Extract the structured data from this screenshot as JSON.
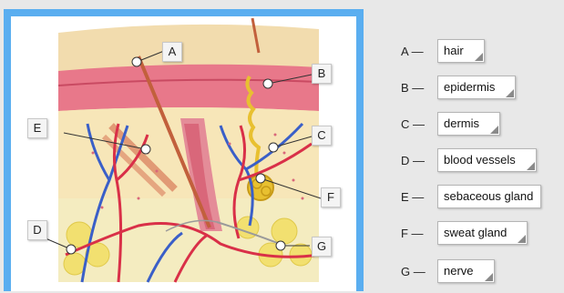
{
  "diagram": {
    "callouts": [
      "A",
      "B",
      "C",
      "D",
      "E",
      "F",
      "G"
    ]
  },
  "answers": [
    {
      "letter": "A —",
      "value": "hair"
    },
    {
      "letter": "B —",
      "value": "epidermis"
    },
    {
      "letter": "C —",
      "value": "dermis"
    },
    {
      "letter": "D —",
      "value": "blood vessels"
    },
    {
      "letter": "E —",
      "value": "sebaceous gland"
    },
    {
      "letter": "F —",
      "value": "sweat gland"
    },
    {
      "letter": "G —",
      "value": "nerve"
    }
  ],
  "colors": {
    "frame": "#5aaef0",
    "skin_top": "#f2dcae",
    "epidermis": "#e8788a",
    "dermis": "#f7e6b8",
    "fat": "#f2e070"
  }
}
